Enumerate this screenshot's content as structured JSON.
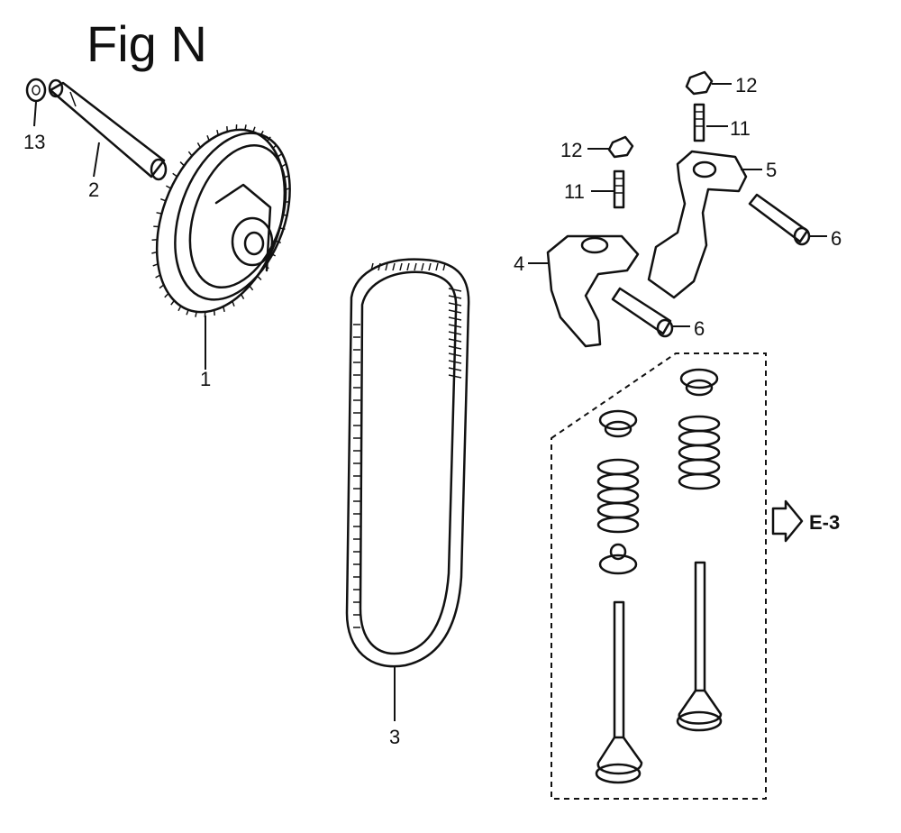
{
  "figure": {
    "title": "Fig N"
  },
  "callouts": [
    {
      "id": "c13",
      "label": "13"
    },
    {
      "id": "c2",
      "label": "2"
    },
    {
      "id": "c1",
      "label": "1"
    },
    {
      "id": "c3",
      "label": "3"
    },
    {
      "id": "c12a",
      "label": "12"
    },
    {
      "id": "c11a",
      "label": "11"
    },
    {
      "id": "c12b",
      "label": "12"
    },
    {
      "id": "c11b",
      "label": "11"
    },
    {
      "id": "c5",
      "label": "5"
    },
    {
      "id": "c6a",
      "label": "6"
    },
    {
      "id": "c4",
      "label": "4"
    },
    {
      "id": "c6b",
      "label": "6"
    }
  ],
  "reference": {
    "label": "E-3"
  }
}
